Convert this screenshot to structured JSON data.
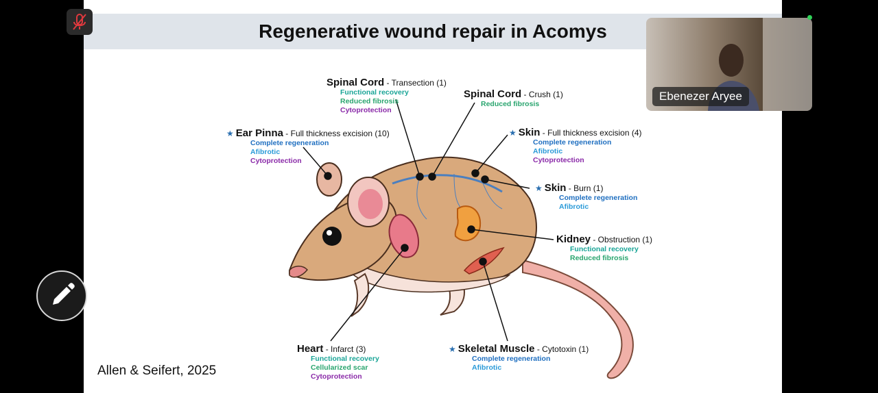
{
  "slide": {
    "title": "Regenerative wound repair in Acomys",
    "citation": "Allen & Seifert, 2025"
  },
  "labels": {
    "spinal_transection": {
      "head": "Spinal Cord",
      "sub": " - Transection (1)",
      "outcomes": [
        "Functional recovery",
        "Reduced fibrosis",
        "Cytoprotection"
      ]
    },
    "spinal_crush": {
      "head": "Spinal Cord",
      "sub": " - Crush (1)",
      "outcomes": [
        "Reduced fibrosis"
      ]
    },
    "ear_pinna": {
      "head": "Ear Pinna",
      "sub": " - Full thickness excision (10)",
      "outcomes": [
        "Complete regeneration",
        "Afibrotic",
        "Cytoprotection"
      ]
    },
    "skin_excision": {
      "head": "Skin",
      "sub": " - Full thickness excision (4)",
      "outcomes": [
        "Complete regeneration",
        "Afibrotic",
        "Cytoprotection"
      ]
    },
    "skin_burn": {
      "head": "Skin",
      "sub": " - Burn (1)",
      "outcomes": [
        "Complete regeneration",
        "Afibrotic"
      ]
    },
    "kidney": {
      "head": "Kidney",
      "sub": " - Obstruction (1)",
      "outcomes": [
        "Functional recovery",
        "Reduced fibrosis"
      ]
    },
    "heart": {
      "head": "Heart",
      "sub": " - Infarct (3)",
      "outcomes": [
        "Functional recovery",
        "Cellularized scar",
        "Cytoprotection"
      ]
    },
    "skeletal_muscle": {
      "head": "Skeletal Muscle",
      "sub": " - Cytotoxin (1)",
      "outcomes": [
        "Complete regeneration",
        "Afibrotic"
      ]
    }
  },
  "star_glyph": "★",
  "participant": {
    "name": "Ebenezer Aryee"
  },
  "icons": {
    "mic": "mic-muted-icon",
    "pen": "pencil-icon"
  },
  "colors": {
    "outcome_blue": "#1f6fc0",
    "outcome_lightblue": "#2a9ad8",
    "outcome_teal": "#1aa597",
    "outcome_green": "#2aa56f",
    "outcome_purple": "#8a2aa8",
    "mute_red": "#e0393e",
    "active_dot": "#30d158"
  }
}
